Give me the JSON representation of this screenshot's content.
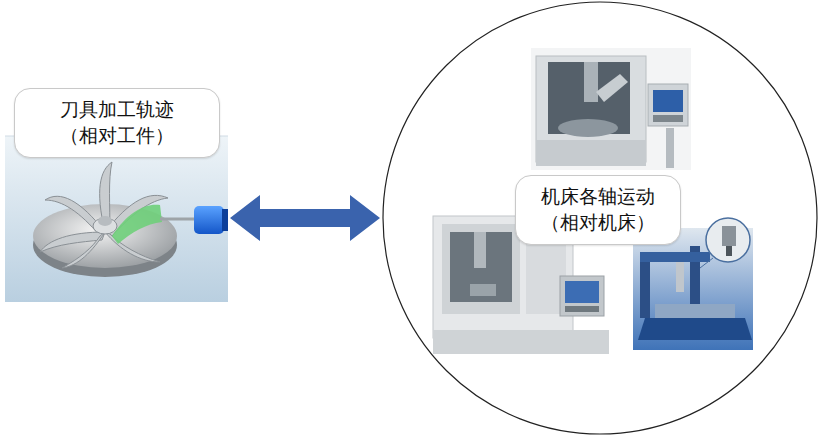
{
  "diagram": {
    "nodes": [
      {
        "text": [
          "刀具加工轨迹 （相对工件）"
        ]
      },
      {
        "text": [
          "机床各轴运动 （相对机床）"
        ]
      }
    ],
    "edges": [
      {
        "from": 0,
        "to": 1,
        "arrow": "both"
      }
    ]
  }
}
